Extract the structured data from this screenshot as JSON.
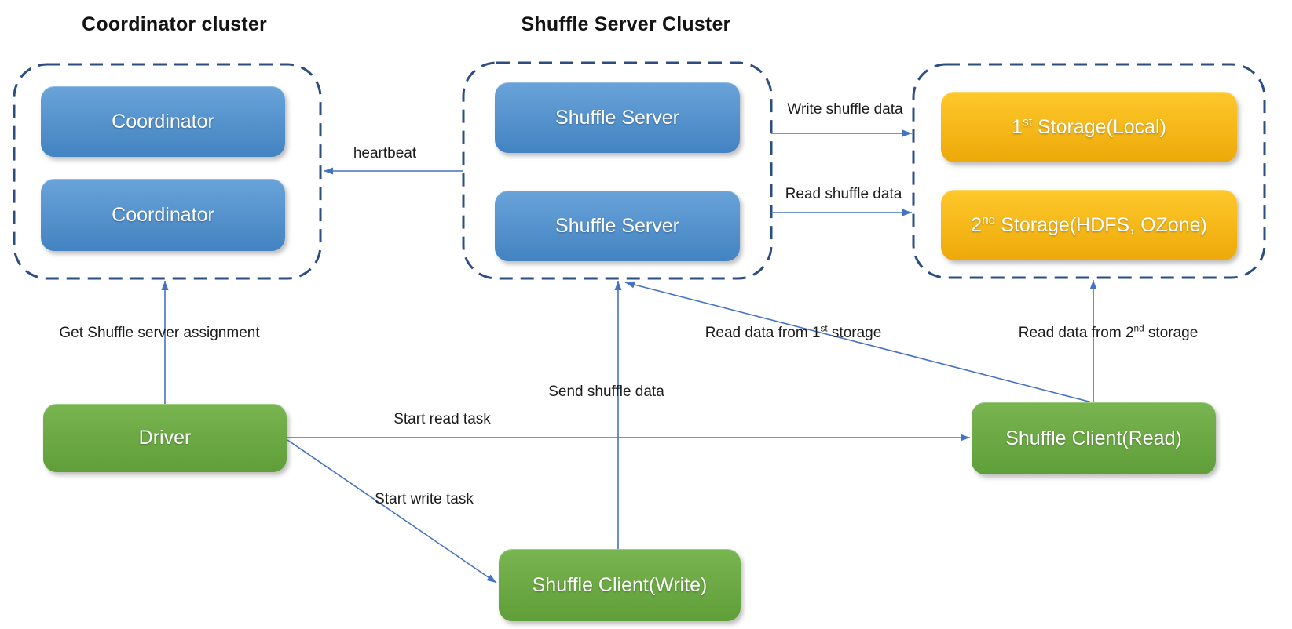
{
  "colors": {
    "background": "#ffffff",
    "arrow": "#4472c4",
    "cluster_border": "#2b4d80",
    "label_text": "#1c1c1c",
    "node_text": "#ffffff",
    "blue_top": "#69a3d9",
    "blue_bottom": "#4383c2",
    "green_top": "#79b551",
    "green_bottom": "#5f9e38",
    "orange_top": "#fec82b",
    "orange_bottom": "#eda909"
  },
  "clusters": {
    "coordinator": {
      "title": "Coordinator cluster",
      "nodes": [
        "Coordinator",
        "Coordinator"
      ]
    },
    "shuffle_server": {
      "title": "Shuffle Server Cluster",
      "nodes": [
        "Shuffle Server",
        "Shuffle Server"
      ]
    },
    "storage": {
      "nodes": [
        {
          "num": "1",
          "sup": "st",
          "rest": " Storage(Local)"
        },
        {
          "num": "2",
          "sup": "nd",
          "rest": " Storage(HDFS, OZone)"
        }
      ]
    }
  },
  "nodes": {
    "driver": "Driver",
    "shuffle_client_read": "Shuffle Client(Read)",
    "shuffle_client_write": "Shuffle Client(Write)"
  },
  "edges": {
    "heartbeat": {
      "label": "heartbeat"
    },
    "write_shuffle_data": {
      "label": "Write shuffle data"
    },
    "read_shuffle_data": {
      "label": "Read shuffle data"
    },
    "get_shuffle_server_assignment": {
      "label": "Get Shuffle server assignment"
    },
    "start_read_task": {
      "label": "Start read task"
    },
    "start_write_task": {
      "label": "Start write task"
    },
    "send_shuffle_data": {
      "label": "Send shuffle data"
    },
    "read_data_from_1st_storage": {
      "prefix": "Read data from 1",
      "sup": "st",
      "rest": " storage"
    },
    "read_data_from_2nd_storage": {
      "prefix": "Read data from 2",
      "sup": "nd",
      "rest": " storage"
    }
  }
}
